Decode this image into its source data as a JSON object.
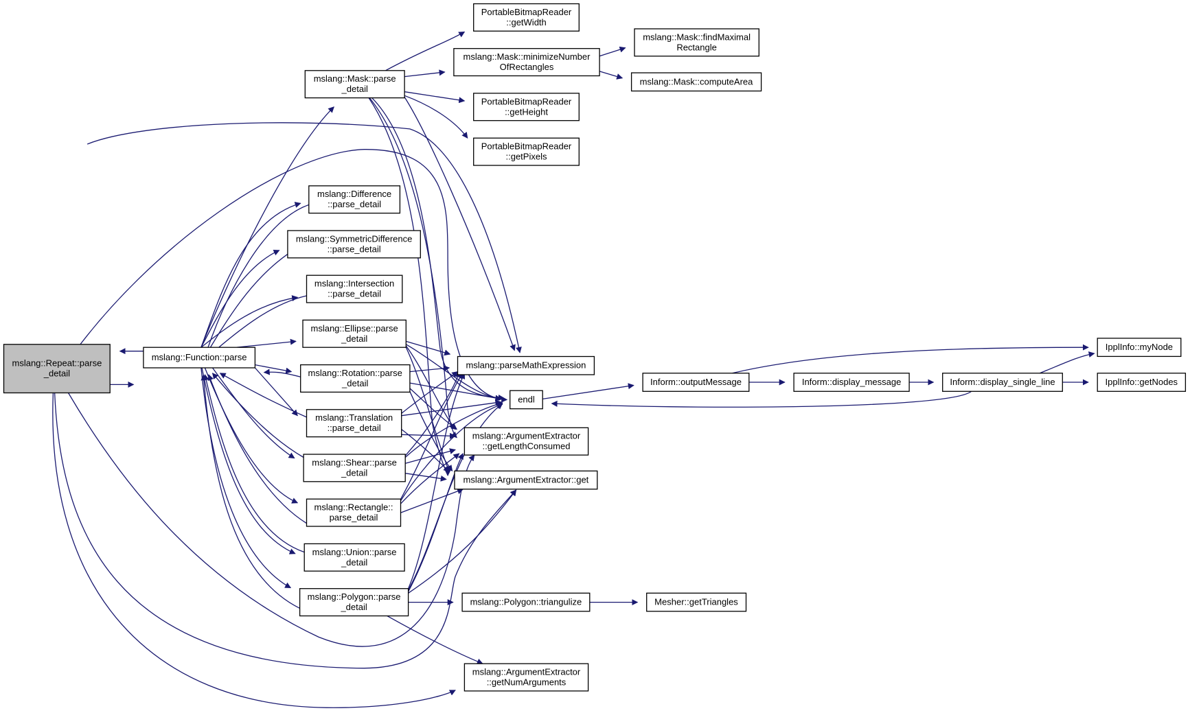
{
  "graph": {
    "kind": "call-graph",
    "root": "repeat",
    "colors": {
      "edge": "#191970",
      "node_border": "#000000",
      "node_fill": "#ffffff",
      "root_fill": "#bfbfbf",
      "background": "#ffffff"
    },
    "nodes": [
      {
        "id": "repeat",
        "lines": [
          "mslang::Repeat::parse",
          "_detail"
        ]
      },
      {
        "id": "function",
        "lines": [
          "mslang::Function::parse"
        ]
      },
      {
        "id": "mask",
        "lines": [
          "mslang::Mask::parse",
          "_detail"
        ]
      },
      {
        "id": "difference",
        "lines": [
          "mslang::Difference",
          "::parse_detail"
        ]
      },
      {
        "id": "symdiff",
        "lines": [
          "mslang::SymmetricDifference",
          "::parse_detail"
        ]
      },
      {
        "id": "intersection",
        "lines": [
          "mslang::Intersection",
          "::parse_detail"
        ]
      },
      {
        "id": "ellipse",
        "lines": [
          "mslang::Ellipse::parse",
          "_detail"
        ]
      },
      {
        "id": "rotation",
        "lines": [
          "mslang::Rotation::parse",
          "_detail"
        ]
      },
      {
        "id": "translation",
        "lines": [
          "mslang::Translation",
          "::parse_detail"
        ]
      },
      {
        "id": "shear",
        "lines": [
          "mslang::Shear::parse",
          "_detail"
        ]
      },
      {
        "id": "rectangle",
        "lines": [
          "mslang::Rectangle::",
          "parse_detail"
        ]
      },
      {
        "id": "union",
        "lines": [
          "mslang::Union::parse",
          "_detail"
        ]
      },
      {
        "id": "polygon",
        "lines": [
          "mslang::Polygon::parse",
          "_detail"
        ]
      },
      {
        "id": "getwidth",
        "lines": [
          "PortableBitmapReader",
          "::getWidth"
        ]
      },
      {
        "id": "minimize",
        "lines": [
          "mslang::Mask::minimizeNumber",
          "OfRectangles"
        ]
      },
      {
        "id": "getheight",
        "lines": [
          "PortableBitmapReader",
          "::getHeight"
        ]
      },
      {
        "id": "getpixels",
        "lines": [
          "PortableBitmapReader",
          "::getPixels"
        ]
      },
      {
        "id": "findmaximal",
        "lines": [
          "mslang::Mask::findMaximal",
          "Rectangle"
        ]
      },
      {
        "id": "computearea",
        "lines": [
          "mslang::Mask::computeArea"
        ]
      },
      {
        "id": "parsemath",
        "lines": [
          "mslang::parseMathExpression"
        ]
      },
      {
        "id": "endl",
        "lines": [
          "endl"
        ]
      },
      {
        "id": "getlength",
        "lines": [
          "mslang::ArgumentExtractor",
          "::getLengthConsumed"
        ]
      },
      {
        "id": "get",
        "lines": [
          "mslang::ArgumentExtractor::get"
        ]
      },
      {
        "id": "triangulize",
        "lines": [
          "mslang::Polygon::triangulize"
        ]
      },
      {
        "id": "getnumargs",
        "lines": [
          "mslang::ArgumentExtractor",
          "::getNumArguments"
        ]
      },
      {
        "id": "outputmessage",
        "lines": [
          "Inform::outputMessage"
        ]
      },
      {
        "id": "displaymessage",
        "lines": [
          "Inform::display_message"
        ]
      },
      {
        "id": "displaysingle",
        "lines": [
          "Inform::display_single_line"
        ]
      },
      {
        "id": "mynode",
        "lines": [
          "IpplInfo::myNode"
        ]
      },
      {
        "id": "getnodes",
        "lines": [
          "IpplInfo::getNodes"
        ]
      },
      {
        "id": "gettriangles",
        "lines": [
          "Mesher::getTriangles"
        ]
      }
    ],
    "edges": [
      [
        "repeat",
        "function"
      ],
      [
        "repeat",
        "parsemath"
      ],
      [
        "repeat",
        "endl"
      ],
      [
        "repeat",
        "getlength"
      ],
      [
        "repeat",
        "get"
      ],
      [
        "repeat",
        "getnumargs"
      ],
      [
        "function",
        "repeat"
      ],
      [
        "function",
        "mask"
      ],
      [
        "function",
        "difference"
      ],
      [
        "function",
        "symdiff"
      ],
      [
        "function",
        "intersection"
      ],
      [
        "function",
        "ellipse"
      ],
      [
        "function",
        "rotation"
      ],
      [
        "function",
        "translation"
      ],
      [
        "function",
        "shear"
      ],
      [
        "function",
        "rectangle"
      ],
      [
        "function",
        "union"
      ],
      [
        "function",
        "polygon"
      ],
      [
        "mask",
        "getwidth"
      ],
      [
        "mask",
        "minimize"
      ],
      [
        "mask",
        "getheight"
      ],
      [
        "mask",
        "getpixels"
      ],
      [
        "mask",
        "parsemath"
      ],
      [
        "mask",
        "endl"
      ],
      [
        "mask",
        "getlength"
      ],
      [
        "mask",
        "get"
      ],
      [
        "minimize",
        "findmaximal"
      ],
      [
        "minimize",
        "computearea"
      ],
      [
        "difference",
        "function"
      ],
      [
        "symdiff",
        "function"
      ],
      [
        "intersection",
        "function"
      ],
      [
        "ellipse",
        "parsemath"
      ],
      [
        "ellipse",
        "endl"
      ],
      [
        "ellipse",
        "getlength"
      ],
      [
        "ellipse",
        "get"
      ],
      [
        "rotation",
        "function"
      ],
      [
        "rotation",
        "parsemath"
      ],
      [
        "rotation",
        "endl"
      ],
      [
        "rotation",
        "getlength"
      ],
      [
        "rotation",
        "get"
      ],
      [
        "translation",
        "function"
      ],
      [
        "translation",
        "parsemath"
      ],
      [
        "translation",
        "endl"
      ],
      [
        "translation",
        "getlength"
      ],
      [
        "translation",
        "get"
      ],
      [
        "shear",
        "function"
      ],
      [
        "shear",
        "parsemath"
      ],
      [
        "shear",
        "endl"
      ],
      [
        "shear",
        "getlength"
      ],
      [
        "shear",
        "get"
      ],
      [
        "rectangle",
        "function"
      ],
      [
        "rectangle",
        "parsemath"
      ],
      [
        "rectangle",
        "endl"
      ],
      [
        "rectangle",
        "getlength"
      ],
      [
        "rectangle",
        "get"
      ],
      [
        "union",
        "function"
      ],
      [
        "polygon",
        "function"
      ],
      [
        "polygon",
        "parsemath"
      ],
      [
        "polygon",
        "endl"
      ],
      [
        "polygon",
        "getlength"
      ],
      [
        "polygon",
        "get"
      ],
      [
        "polygon",
        "triangulize"
      ],
      [
        "polygon",
        "getnumargs"
      ],
      [
        "triangulize",
        "gettriangles"
      ],
      [
        "endl",
        "outputmessage"
      ],
      [
        "outputmessage",
        "displaymessage"
      ],
      [
        "outputmessage",
        "mynode"
      ],
      [
        "displaymessage",
        "displaysingle"
      ],
      [
        "displaysingle",
        "mynode"
      ],
      [
        "displaysingle",
        "getnodes"
      ],
      [
        "displaysingle",
        "endl"
      ]
    ]
  }
}
